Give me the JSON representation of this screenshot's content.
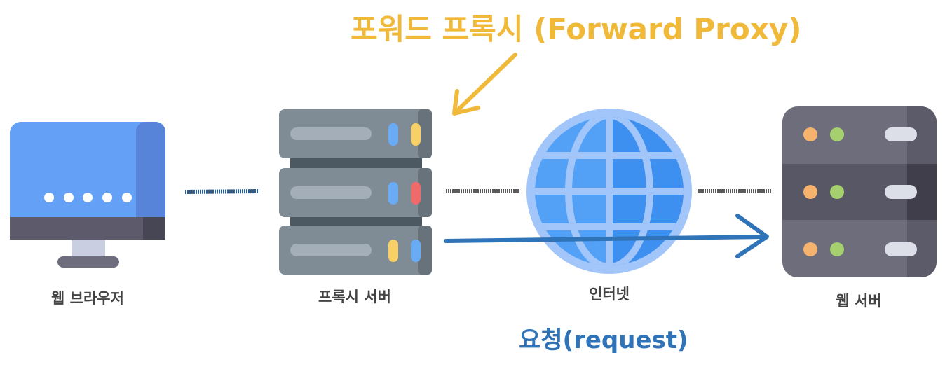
{
  "title": "포워드 프록시 (Forward Proxy)",
  "nodes": {
    "browser": "웹 브라우저",
    "proxy": "프록시 서버",
    "internet": "인터넷",
    "server": "웹 서버"
  },
  "request_label": "요청(request)",
  "colors": {
    "title": "#f0b93a",
    "request": "#2f73b8",
    "label": "#444444"
  }
}
